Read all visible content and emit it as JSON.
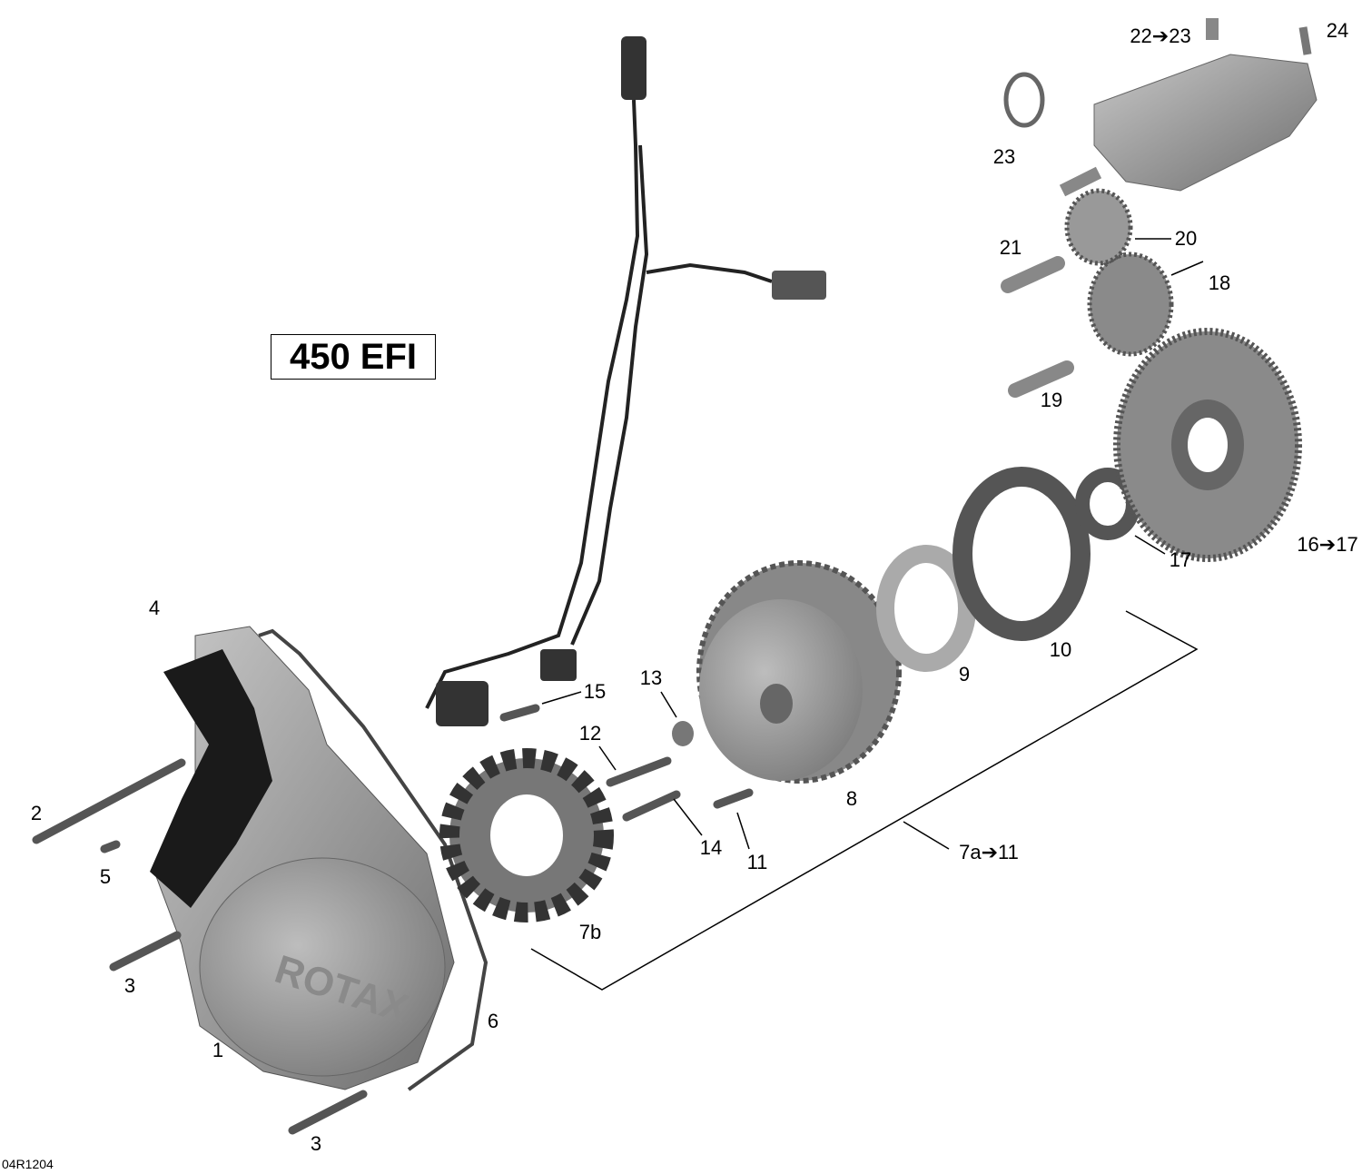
{
  "model_label": "450 EFI",
  "drawing_code": "04R1204",
  "callouts": {
    "c1": "1",
    "c2": "2",
    "c3a": "3",
    "c3b": "3",
    "c4": "4",
    "c5": "5",
    "c6": "6",
    "c7a": "7a➔11",
    "c7b": "7b",
    "c8": "8",
    "c9": "9",
    "c10": "10",
    "c11": "11",
    "c12": "12",
    "c13": "13",
    "c14": "14",
    "c15": "15",
    "c16": "16➔17",
    "c17": "17",
    "c18": "18",
    "c19": "19",
    "c20": "20",
    "c21": "21",
    "c22": "22➔23",
    "c23": "23",
    "c24": "24"
  },
  "cover_logo": "ROTAX"
}
